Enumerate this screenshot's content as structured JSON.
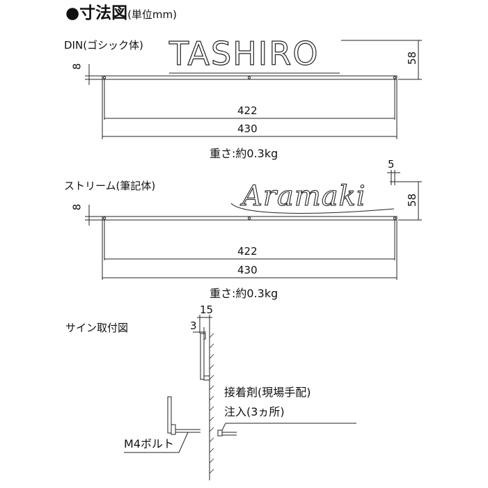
{
  "title": {
    "main": "●寸法図",
    "unit": "(単位mm)"
  },
  "din": {
    "label": "DIN(ゴシック体)",
    "sample_text": "TASHIRO",
    "dim_height": "58",
    "dim_thickness": "8",
    "dim_inner": "422",
    "dim_outer": "430",
    "weight": "重さ:約0.3kg"
  },
  "stream": {
    "label": "ストリーム(筆記体)",
    "sample_text": "Aramaki",
    "dim_height": "58",
    "dim_thickness": "8",
    "dim_offset": "5",
    "dim_inner": "422",
    "dim_outer": "430",
    "weight": "重さ:約0.3kg"
  },
  "install": {
    "label": "サイン取付図",
    "dim_total": "15",
    "dim_small": "3",
    "adhesive_line1": "接着剤(現場手配)",
    "adhesive_line2": "注入(3ヵ所)",
    "bolt": "M4ボルト"
  }
}
